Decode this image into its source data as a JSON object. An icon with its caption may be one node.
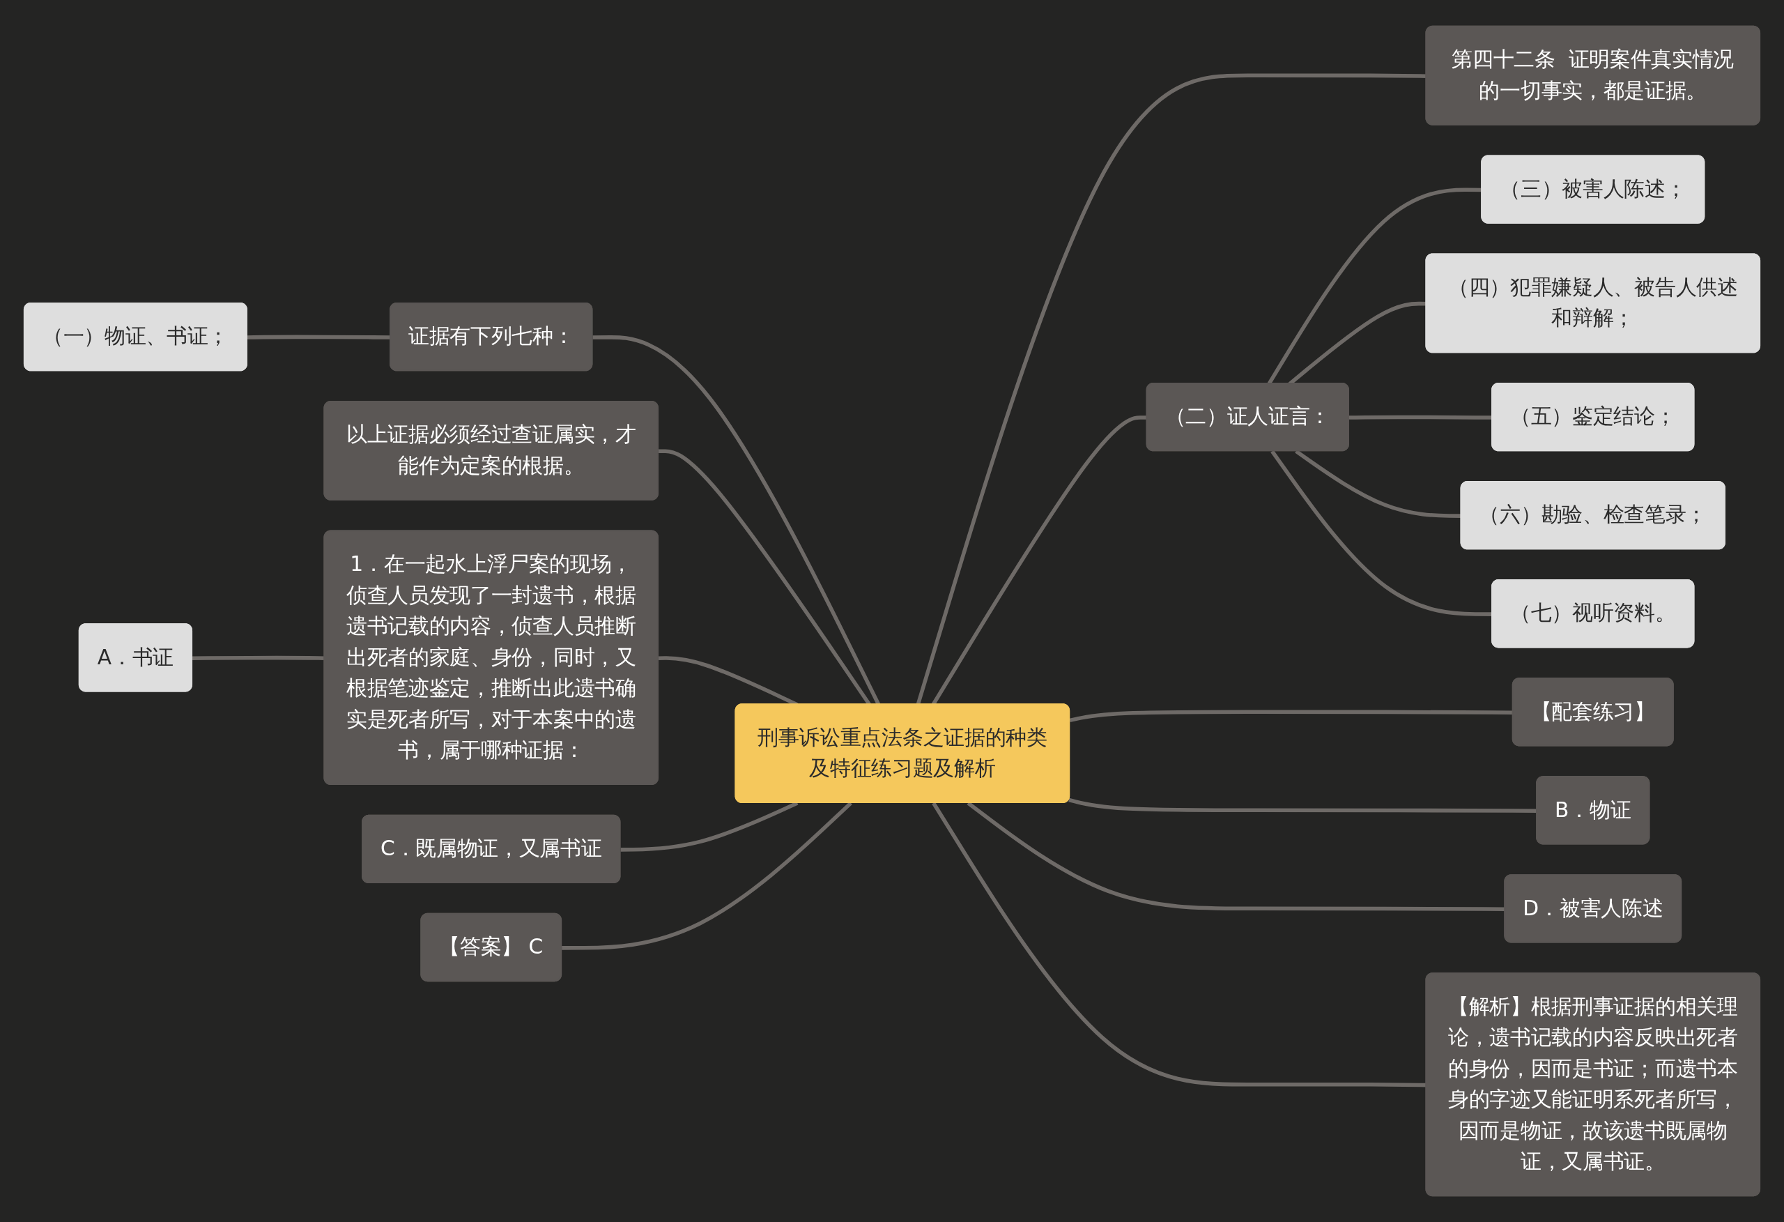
{
  "diagram": {
    "nodes": [
      {
        "text": [
          "刑事诉讼重点法条之证据的种类及特征练习题及解析"
        ]
      },
      {
        "text": [
          "第四十二条  证明案件真实情况的一切事实，都是证据。"
        ]
      },
      {
        "text": [
          "（二）证人证言："
        ]
      },
      {
        "text": [
          "（三）被害人陈述；"
        ]
      },
      {
        "text": [
          "（四）犯罪嫌疑人、被告人供述和辩解；"
        ]
      },
      {
        "text": [
          "（五）鉴定结论；"
        ]
      },
      {
        "text": [
          "（六）勘验、检查笔录；"
        ]
      },
      {
        "text": [
          "（七）视听资料。"
        ]
      },
      {
        "text": [
          "【配套练习】"
        ]
      },
      {
        "text": [
          "B．物证"
        ]
      },
      {
        "text": [
          "D．被害人陈述"
        ]
      },
      {
        "text": [
          "【解析】根据刑事证据的相关理论，遗书记载的内容反映出死者的身份，因而是书证；而遗书本身的字迹又能证明系死者所写，因而是物证，故该遗书既属物证，又属书证。"
        ]
      },
      {
        "text": [
          "证据有下列七种："
        ]
      },
      {
        "text": [
          "（一）物证、书证；"
        ]
      },
      {
        "text": [
          "以上证据必须经过查证属实，才能作为定案的根据。"
        ]
      },
      {
        "text": [
          "1．在一起水上浮尸案的现场，侦查人员发现了一封遗书，根据遗书记载的内容，侦查人员推断出死者的家庭、身份，同时，又根据笔迹鉴定，推断出此遗书确实是死者所写，对于本案中的遗书，属于哪种证据："
        ]
      },
      {
        "text": [
          "A．书证"
        ]
      },
      {
        "text": [
          "C．既属物证，又属书证"
        ]
      },
      {
        "text": [
          "【答案】 C"
        ]
      }
    ],
    "edges": [
      {
        "from": 0,
        "to": 1,
        "arrow": "none"
      },
      {
        "from": 0,
        "to": 2,
        "arrow": "none"
      },
      {
        "from": 2,
        "to": 3,
        "arrow": "none"
      },
      {
        "from": 2,
        "to": 4,
        "arrow": "none"
      },
      {
        "from": 2,
        "to": 5,
        "arrow": "none"
      },
      {
        "from": 2,
        "to": 6,
        "arrow": "none"
      },
      {
        "from": 2,
        "to": 7,
        "arrow": "none"
      },
      {
        "from": 0,
        "to": 8,
        "arrow": "none"
      },
      {
        "from": 0,
        "to": 9,
        "arrow": "none"
      },
      {
        "from": 0,
        "to": 10,
        "arrow": "none"
      },
      {
        "from": 0,
        "to": 11,
        "arrow": "none"
      },
      {
        "from": 0,
        "to": 12,
        "arrow": "none"
      },
      {
        "from": 12,
        "to": 13,
        "arrow": "none"
      },
      {
        "from": 0,
        "to": 14,
        "arrow": "none"
      },
      {
        "from": 0,
        "to": 15,
        "arrow": "none"
      },
      {
        "from": 15,
        "to": 16,
        "arrow": "none"
      },
      {
        "from": 0,
        "to": 17,
        "arrow": "none"
      },
      {
        "from": 0,
        "to": 18,
        "arrow": "none"
      }
    ]
  }
}
